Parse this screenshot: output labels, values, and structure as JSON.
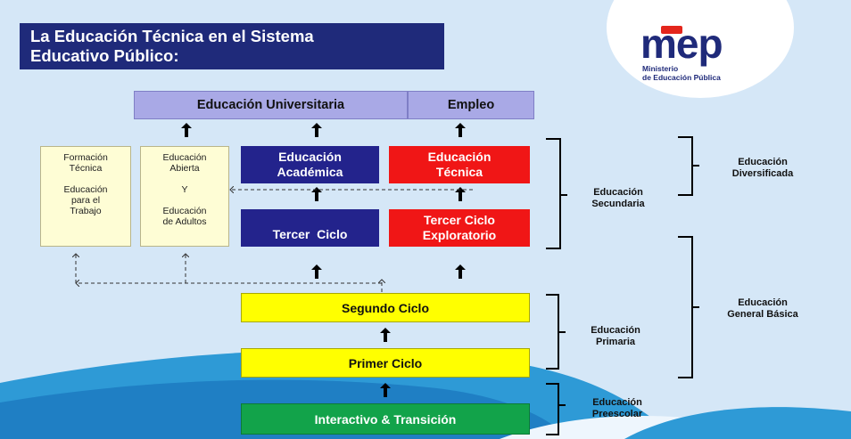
{
  "title": {
    "line1": "La Educación Técnica en el Sistema",
    "line2": "Educativo Público:"
  },
  "logo": {
    "word": "mep",
    "line1": "Ministerio",
    "line2": "de Educación Pública"
  },
  "top": {
    "universitaria": "Educación Universitaria",
    "empleo": "Empleo"
  },
  "secundaria": {
    "academica": [
      "Educación",
      "Académica"
    ],
    "tecnica": [
      "Educación",
      "Técnica"
    ],
    "tercer_ciclo": "Tercer  Ciclo",
    "tercer_exploratorio": [
      "Tercer Ciclo",
      "Exploratorio"
    ]
  },
  "alternativas": {
    "formacion": [
      "Formación",
      "Técnica",
      "",
      "Educación",
      "para el",
      "Trabajo"
    ],
    "abierta": [
      "Educación",
      "Abierta",
      "",
      "Y",
      "",
      "Educación",
      "de Adultos"
    ]
  },
  "basica": {
    "segundo": "Segundo Ciclo",
    "primer": "Primer Ciclo",
    "preescolar": "Interactivo & Transición"
  },
  "levels": {
    "diversificada": [
      "Educación",
      "Diversificada"
    ],
    "secundaria": [
      "Educación",
      "Secundaria"
    ],
    "general_basica": [
      "Educación",
      "General Básica"
    ],
    "primaria": [
      "Educación",
      "Primaria"
    ],
    "preescolar": [
      "Educación",
      "Preescolar"
    ]
  }
}
